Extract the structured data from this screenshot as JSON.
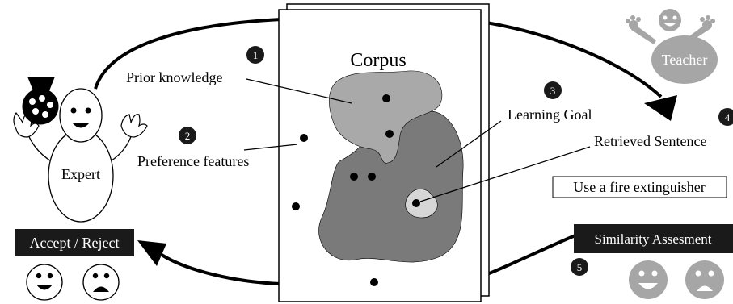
{
  "corpus": {
    "title": "Corpus"
  },
  "steps": {
    "s1": {
      "number": "1",
      "label": "Prior knowledge"
    },
    "s2": {
      "number": "2",
      "label": "Preference features"
    },
    "s3": {
      "number": "3",
      "label": "Learning Goal"
    },
    "s4": {
      "number": "4",
      "label": "Retrieved Sentence"
    },
    "s5": {
      "number": "5",
      "label": "Similarity Assesment"
    }
  },
  "actors": {
    "expert": "Expert",
    "teacher": "Teacher"
  },
  "retrieved_example": "Use a fire extinguisher",
  "decision": "Accept / Reject",
  "colors": {
    "prior_region": "#a9a9a9",
    "goal_region": "#7a7a7a",
    "retrieved_region": "#d6d6d6",
    "teacher": "#a6a6a6",
    "dark": "#1a1a1a"
  }
}
